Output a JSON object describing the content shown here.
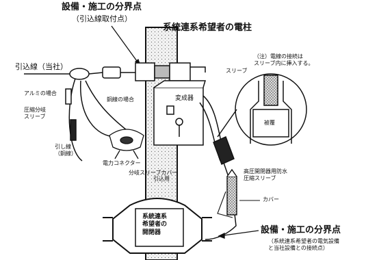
{
  "labels": {
    "boundary_top": "設備・施工の分界点",
    "boundary_top_sub": "（引込線取付点）",
    "pole_title": "系統連系希望者の電柱",
    "service_wire": "引込線（当社）",
    "aluminum_case": "アルミの場合",
    "compression_sleeve": "圧縮分岐\nスリーブ",
    "copper_case": "銅線の場合",
    "drop_wire": "引し線\n（銅線）",
    "power_connector": "電力コネクター",
    "branch_sleeve_cover": "分岐スリーブカバー",
    "meter": "変成器",
    "note": "（注）電線の接続は\nスリーブ内に挿入する。",
    "sleeve": "スリーブ",
    "wire_in_sleeve": "被覆",
    "waterproof_sleeve": "高圧開閉器用防水\n圧縮スリーブ",
    "cover": "カバー",
    "pole_small_label": "引込用",
    "switch_box": "系統連系\n希望者の\n開閉器",
    "boundary_bottom": "設備・施工の分界点",
    "boundary_bottom_sub": "（系統連系希望者の電気設備\nと当社設備との接続点）"
  }
}
